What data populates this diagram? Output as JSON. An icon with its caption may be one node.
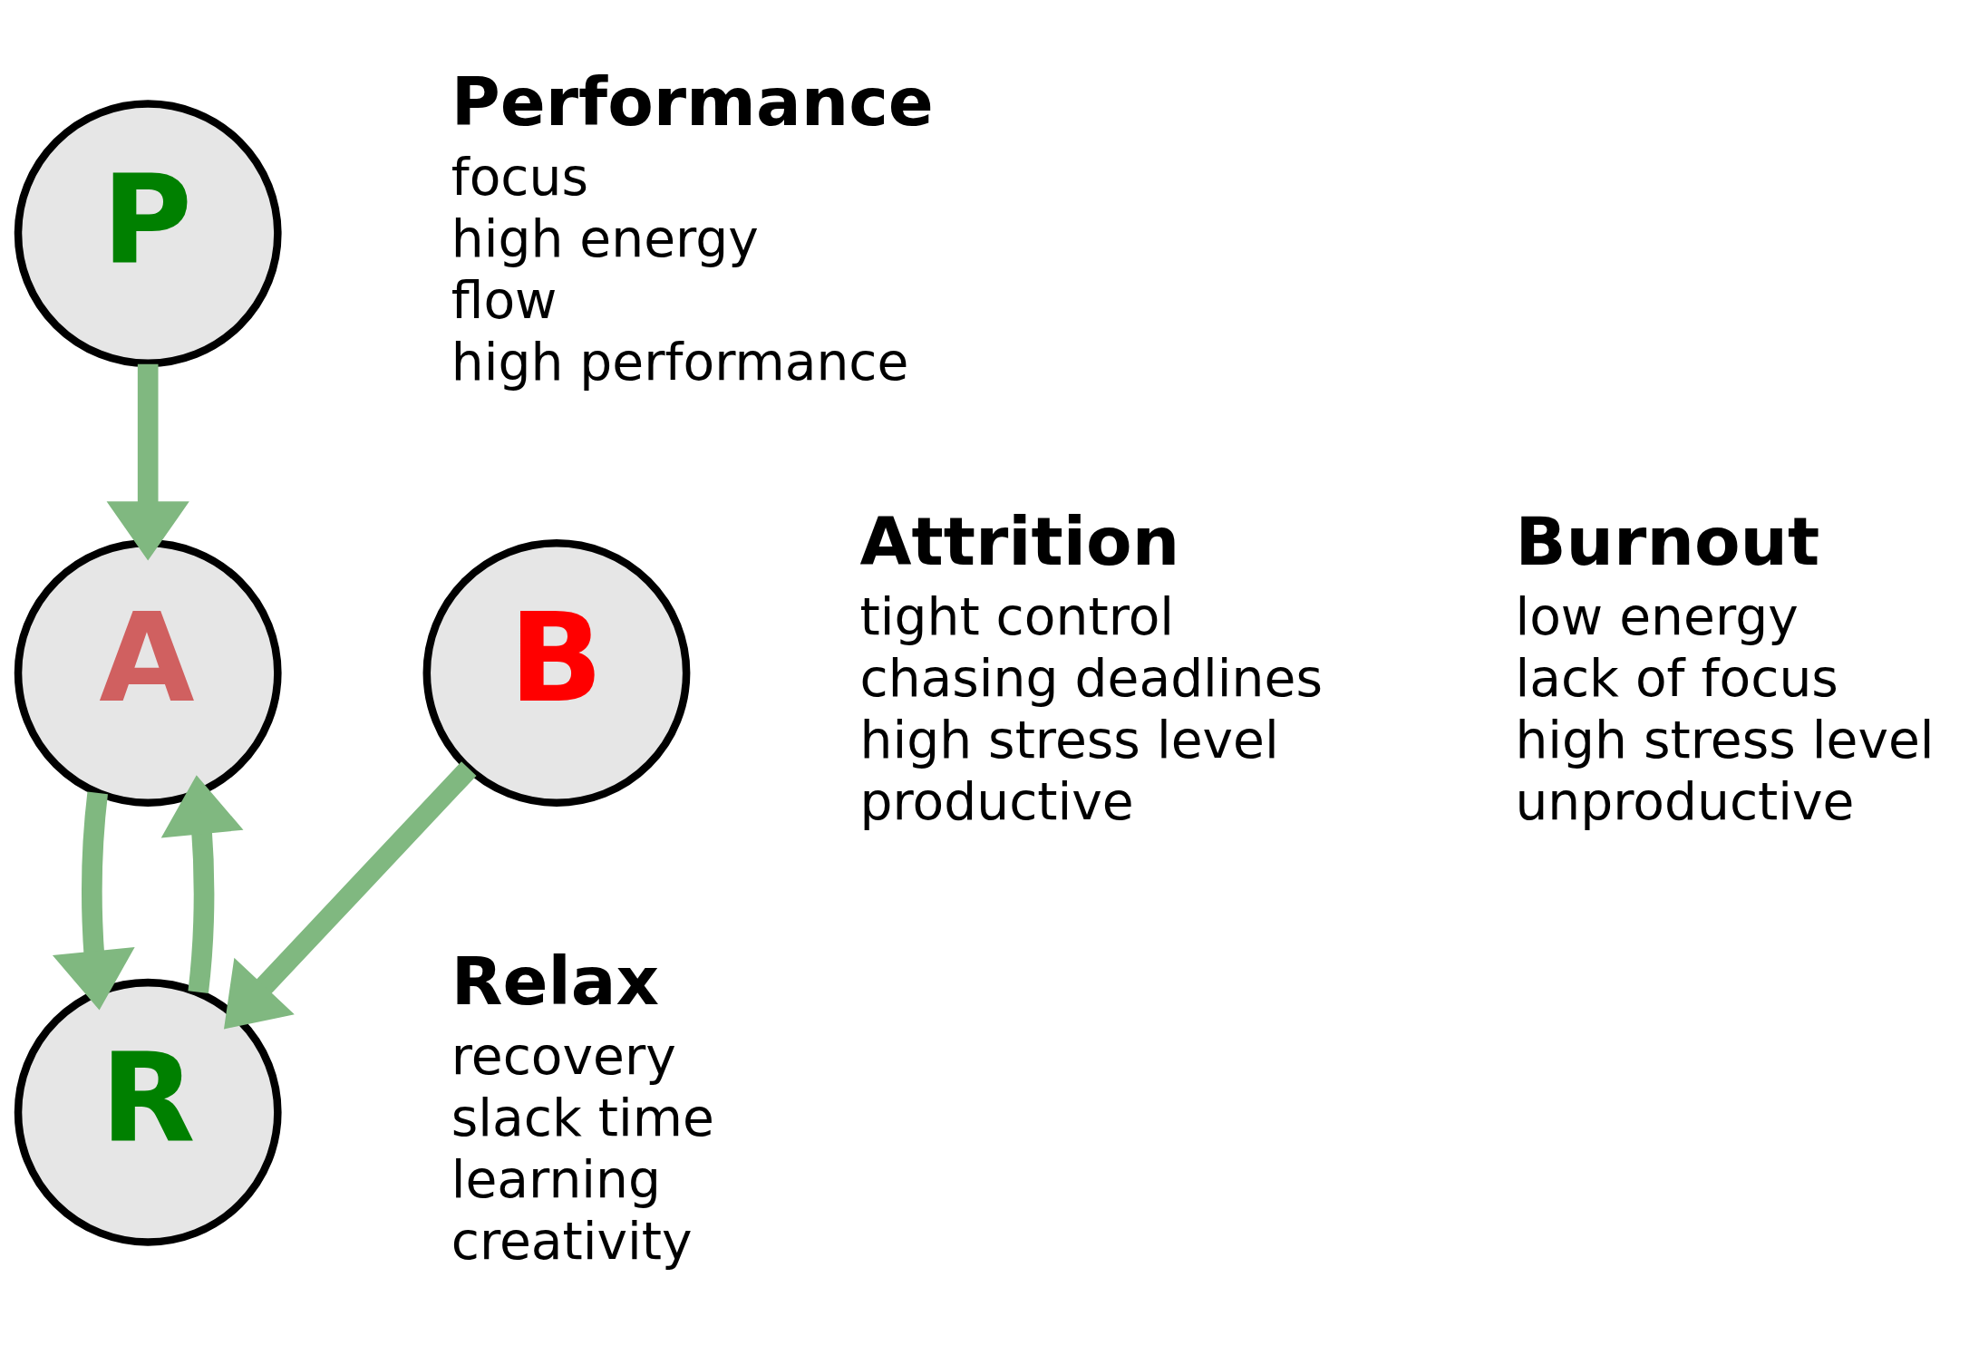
{
  "diagram": {
    "nodes": [
      {
        "text": [
          "P"
        ],
        "beside": [
          "Performance",
          "focus",
          "high energy",
          "flow",
          "high performance"
        ]
      },
      {
        "text": [
          "A"
        ],
        "beside": [
          "Attrition",
          "tight control",
          "chasing deadlines",
          "high stress level",
          "productive"
        ]
      },
      {
        "text": [
          "R"
        ],
        "beside": [
          "Relax",
          "recovery",
          "slack time",
          "learning",
          "creativity"
        ]
      },
      {
        "text": [
          "B"
        ],
        "beside": [
          "Burnout",
          "low energy",
          "lack of focus",
          "high stress level",
          "unproductive"
        ]
      }
    ],
    "edges": [
      {
        "from": 0,
        "to": 1,
        "arrow": "to"
      },
      {
        "from": 2,
        "to": 1,
        "arrow": "to"
      },
      {
        "from": 1,
        "to": 2,
        "arrow": "to"
      },
      {
        "from": 3,
        "to": 2,
        "arrow": "to"
      }
    ]
  }
}
